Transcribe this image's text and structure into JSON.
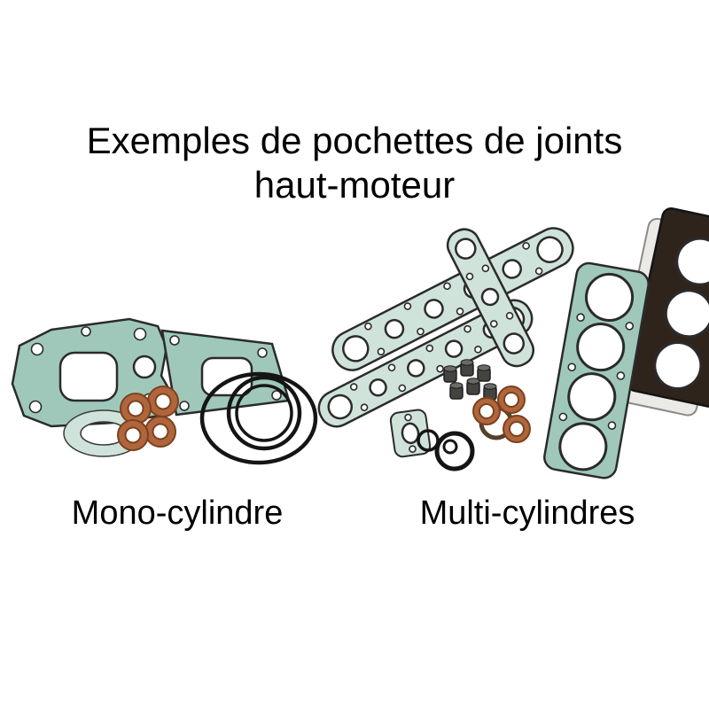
{
  "title": {
    "line1": "Exemples de pochettes de joints",
    "line2": "haut-moteur"
  },
  "captions": {
    "left": "Mono-cylindre",
    "right": "Multi-cylindres"
  },
  "colors": {
    "gasket_teal": "#9fc8bb",
    "gasket_light": "#cfe3da",
    "copper": "#b0663c",
    "dark_gasket": "#2e241c",
    "metal_light": "#eceae6",
    "seal_gray": "#45433f",
    "rubber_black": "#151515"
  }
}
